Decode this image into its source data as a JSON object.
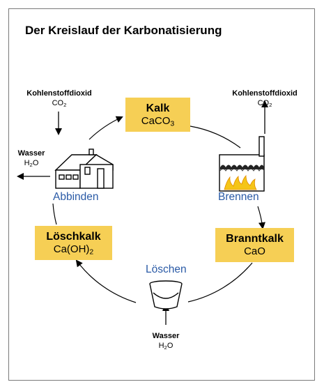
{
  "title": "Der Kreislauf der Karbonatisierung",
  "colors": {
    "box": "#f6cf55",
    "process_text": "#2a5aa6",
    "flame": "#f5c518",
    "line": "#000000"
  },
  "compounds": {
    "kalk": {
      "name": "Kalk",
      "formula_base": "CaCO",
      "formula_sub": "3"
    },
    "branntkalk": {
      "name": "Branntkalk",
      "formula_base": "CaO",
      "formula_sub": ""
    },
    "loeschkalk": {
      "name": "Löschkalk",
      "formula_base": "Ca(OH)",
      "formula_sub": "2"
    }
  },
  "processes": {
    "abbinden": "Abbinden",
    "brennen": "Brennen",
    "loeschen": "Löschen"
  },
  "inputs_outputs": {
    "co2_in": {
      "name": "Kohlenstoffdioxid",
      "base": "CO",
      "sub": "2"
    },
    "co2_out": {
      "name": "Kohlenstoffdioxid",
      "base": "CO",
      "sub": "2"
    },
    "water_out": {
      "name": "Wasser",
      "base": "H",
      "sub": "2",
      "tail": "O"
    },
    "water_in": {
      "name": "Wasser",
      "base": "H",
      "sub": "2",
      "tail": "O"
    }
  },
  "icons": [
    "house-icon",
    "kiln-icon",
    "flame-icon",
    "bucket-icon"
  ]
}
